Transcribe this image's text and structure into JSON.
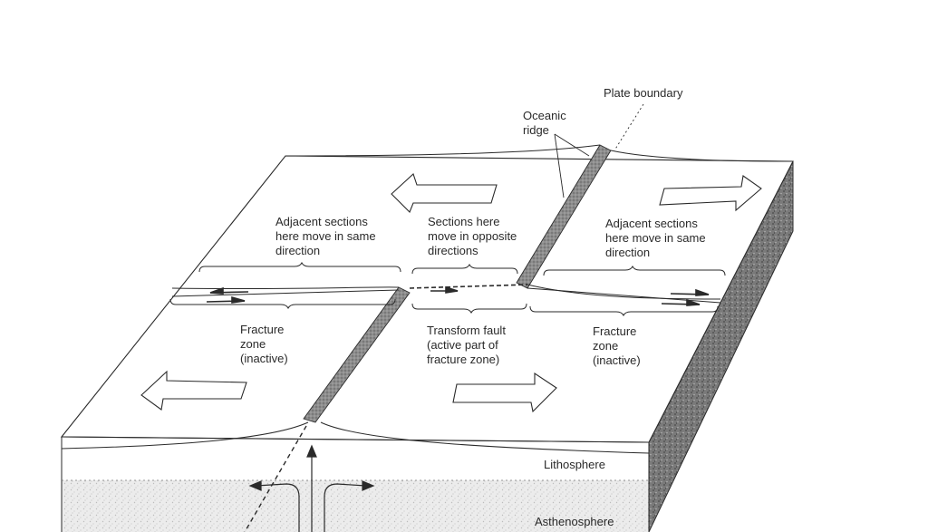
{
  "labels": {
    "plate_boundary": "Plate boundary",
    "oceanic_ridge": [
      "Oceanic",
      "ridge"
    ],
    "adjacent_left": [
      "Adjacent sections",
      "here move in same",
      "direction"
    ],
    "opposite_mid": [
      "Sections here",
      "move in opposite",
      "directions"
    ],
    "adjacent_right": [
      "Adjacent sections",
      "here move in same",
      "direction"
    ],
    "fracture_left": [
      "Fracture",
      "zone",
      "(inactive)"
    ],
    "transform_fault": [
      "Transform fault",
      "(active part of",
      "fracture zone)"
    ],
    "fracture_right": [
      "Fracture",
      "zone",
      "(inactive)"
    ],
    "lithosphere": "Lithosphere",
    "asthenosphere": "Asthenosphere"
  },
  "colors": {
    "line": "#2a2a2a",
    "ridge_fill": "#8a8a8a",
    "side_fill": "#6b6b6b",
    "asthenosphere_fill": "#e6e6e6",
    "background": "#ffffff"
  }
}
